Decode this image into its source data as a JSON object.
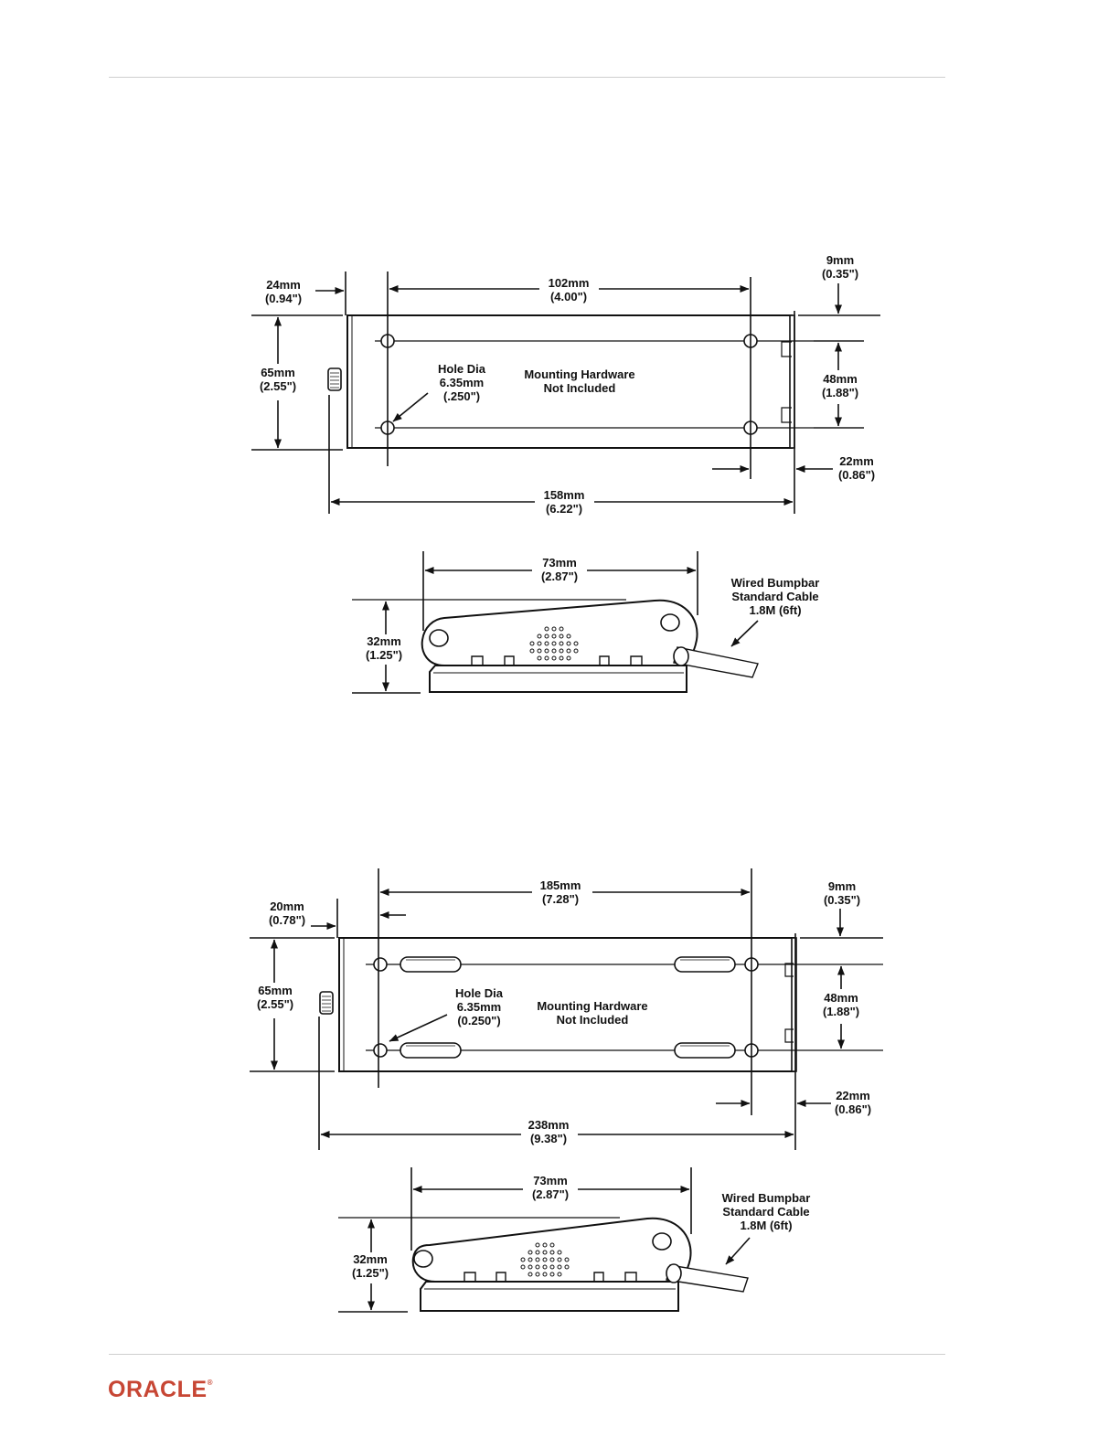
{
  "brand": {
    "name": "ORACLE",
    "mark": "®",
    "color": "#c74634"
  },
  "colors": {
    "line": "#111111",
    "rule": "#cfcfcf"
  },
  "diagram_1": {
    "top_view": {
      "d_24": [
        "24mm",
        "(0.94\")"
      ],
      "d_102": [
        "102mm",
        "(4.00\")"
      ],
      "d_9": [
        "9mm",
        "(0.35\")"
      ],
      "d_65": [
        "65mm",
        "(2.55\")"
      ],
      "d_48": [
        "48mm",
        "(1.88\")"
      ],
      "d_22": [
        "22mm",
        "(0.86\")"
      ],
      "d_158": [
        "158mm",
        "(6.22\")"
      ],
      "hole": [
        "Hole Dia",
        "6.35mm",
        "(.250\")"
      ],
      "mounting": [
        "Mounting Hardware",
        "Not Included"
      ]
    },
    "side_view": {
      "d_73": [
        "73mm",
        "(2.87\")"
      ],
      "d_32": [
        "32mm",
        "(1.25\")"
      ],
      "cable": [
        "Wired Bumpbar",
        "Standard Cable",
        "1.8M (6ft)"
      ]
    }
  },
  "diagram_2": {
    "top_view": {
      "d_20": [
        "20mm",
        "(0.78\")"
      ],
      "d_185": [
        "185mm",
        "(7.28\")"
      ],
      "d_9": [
        "9mm",
        "(0.35\")"
      ],
      "d_65": [
        "65mm",
        "(2.55\")"
      ],
      "d_48": [
        "48mm",
        "(1.88\")"
      ],
      "d_22": [
        "22mm",
        "(0.86\")"
      ],
      "d_238": [
        "238mm",
        "(9.38\")"
      ],
      "hole": [
        "Hole Dia",
        "6.35mm",
        "(0.250\")"
      ],
      "mounting": [
        "Mounting Hardware",
        "Not Included"
      ]
    },
    "side_view": {
      "d_73": [
        "73mm",
        "(2.87\")"
      ],
      "d_32": [
        "32mm",
        "(1.25\")"
      ],
      "cable": [
        "Wired Bumpbar",
        "Standard Cable",
        "1.8M (6ft)"
      ]
    }
  }
}
